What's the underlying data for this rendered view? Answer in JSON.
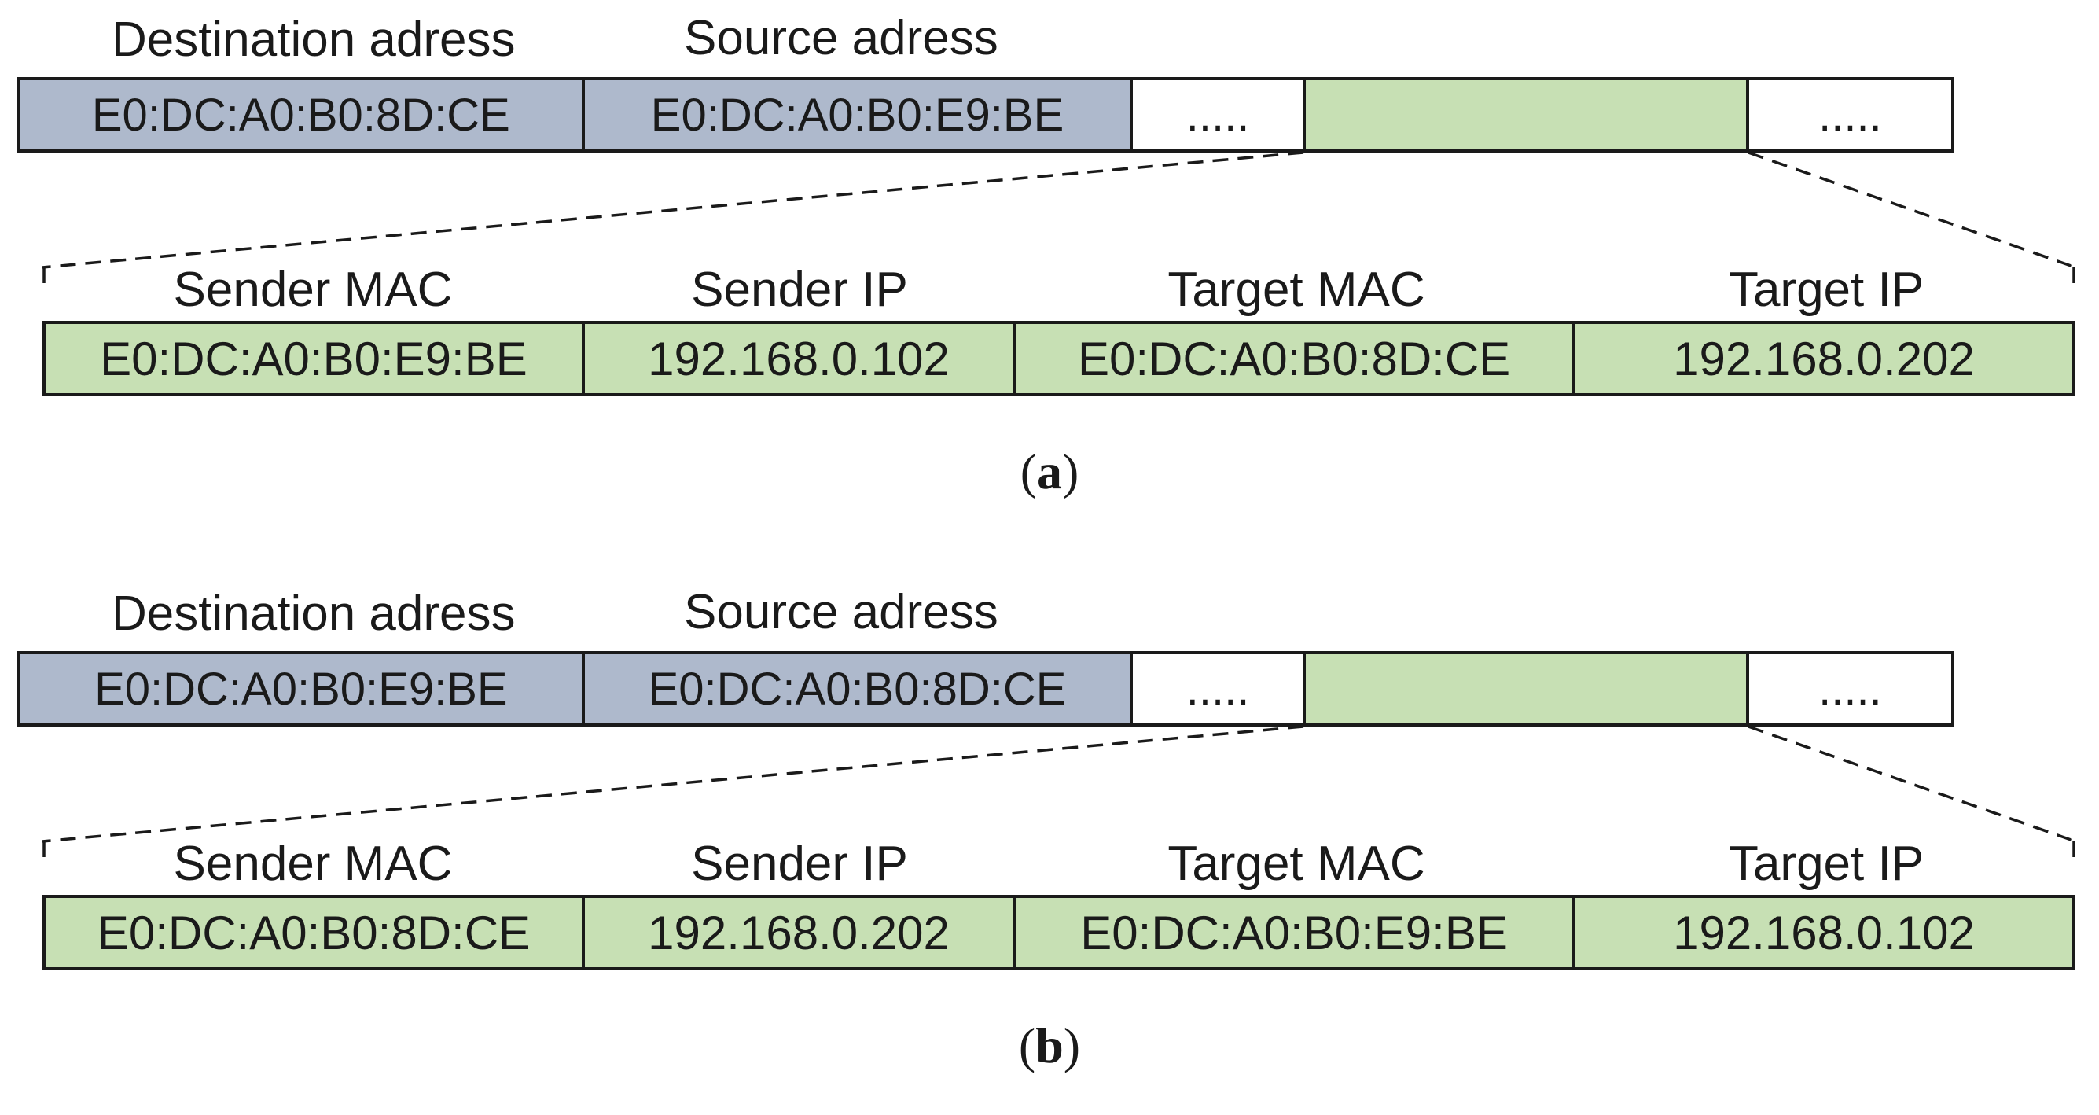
{
  "panels": [
    {
      "id": "a",
      "caption_letter": "a",
      "ethernet_header": {
        "destination_label": "Destination adress",
        "source_label": "Source adress",
        "destination_mac": "E0:DC:A0:B0:8D:CE",
        "source_mac": "E0:DC:A0:B0:E9:BE",
        "ellipsis_1": ".....",
        "ellipsis_2": "....."
      },
      "arp_payload": {
        "headers": [
          "Sender MAC",
          "Sender IP",
          "Target MAC",
          "Target IP"
        ],
        "values": [
          "E0:DC:A0:B0:E9:BE",
          "192.168.0.102",
          "E0:DC:A0:B0:8D:CE",
          "192.168.0.202"
        ]
      }
    },
    {
      "id": "b",
      "caption_letter": "b",
      "ethernet_header": {
        "destination_label": "Destination adress",
        "source_label": "Source adress",
        "destination_mac": "E0:DC:A0:B0:E9:BE",
        "source_mac": "E0:DC:A0:B0:8D:CE",
        "ellipsis_1": ".....",
        "ellipsis_2": "....."
      },
      "arp_payload": {
        "headers": [
          "Sender MAC",
          "Sender IP",
          "Target MAC",
          "Target IP"
        ],
        "values": [
          "E0:DC:A0:B0:8D:CE",
          "192.168.0.202",
          "E0:DC:A0:B0:E9:BE",
          "192.168.0.102"
        ]
      }
    }
  ],
  "colors": {
    "header_fill": "#aeb9cc",
    "payload_fill": "#c7e0b4",
    "line": "#1a1a1a"
  }
}
